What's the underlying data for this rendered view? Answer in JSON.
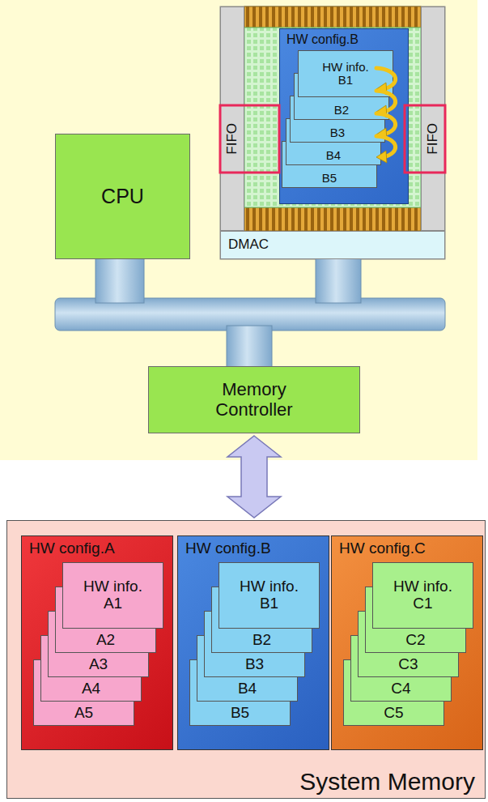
{
  "diagram": {
    "nodes": [
      {
        "text": [
          "CPU"
        ]
      },
      {
        "text": [
          "FIFO"
        ]
      },
      {
        "text": [
          "HW config.B"
        ]
      },
      {
        "text": [
          "HW info. B1"
        ],
        "in": 2
      },
      {
        "text": [
          "B2"
        ],
        "in": 2
      },
      {
        "text": [
          "B3"
        ],
        "in": 2
      },
      {
        "text": [
          "B4"
        ],
        "in": 2
      },
      {
        "text": [
          "B5"
        ],
        "in": 2
      },
      {
        "text": [
          "FIFO"
        ]
      },
      {
        "text": [
          "DMAC"
        ]
      },
      {
        "text": [
          "Memory Controller"
        ]
      },
      {
        "text": [
          "System Memory"
        ]
      },
      {
        "text": [
          "HW config.A"
        ],
        "in": 11
      },
      {
        "text": [
          "HW info. A1"
        ],
        "in": 12
      },
      {
        "text": [
          "A2"
        ],
        "in": 12
      },
      {
        "text": [
          "A3"
        ],
        "in": 12
      },
      {
        "text": [
          "A4"
        ],
        "in": 12
      },
      {
        "text": [
          "A5"
        ],
        "in": 12
      },
      {
        "text": [
          "HW config.B"
        ],
        "in": 11
      },
      {
        "text": [
          "HW info. B1"
        ],
        "in": 18
      },
      {
        "text": [
          "B2"
        ],
        "in": 18
      },
      {
        "text": [
          "B3"
        ],
        "in": 18
      },
      {
        "text": [
          "B4"
        ],
        "in": 18
      },
      {
        "text": [
          "B5"
        ],
        "in": 18
      },
      {
        "text": [
          "HW config.C"
        ],
        "in": 11
      },
      {
        "text": [
          "HW info. C1"
        ],
        "in": 24
      },
      {
        "text": [
          "C2"
        ],
        "in": 24
      },
      {
        "text": [
          "C3"
        ],
        "in": 24
      },
      {
        "text": [
          "C4"
        ],
        "in": 24
      },
      {
        "text": [
          "C5"
        ],
        "in": 24
      }
    ],
    "edges": [
      {
        "from": 10,
        "to": 11,
        "arrow": "both"
      }
    ]
  }
}
